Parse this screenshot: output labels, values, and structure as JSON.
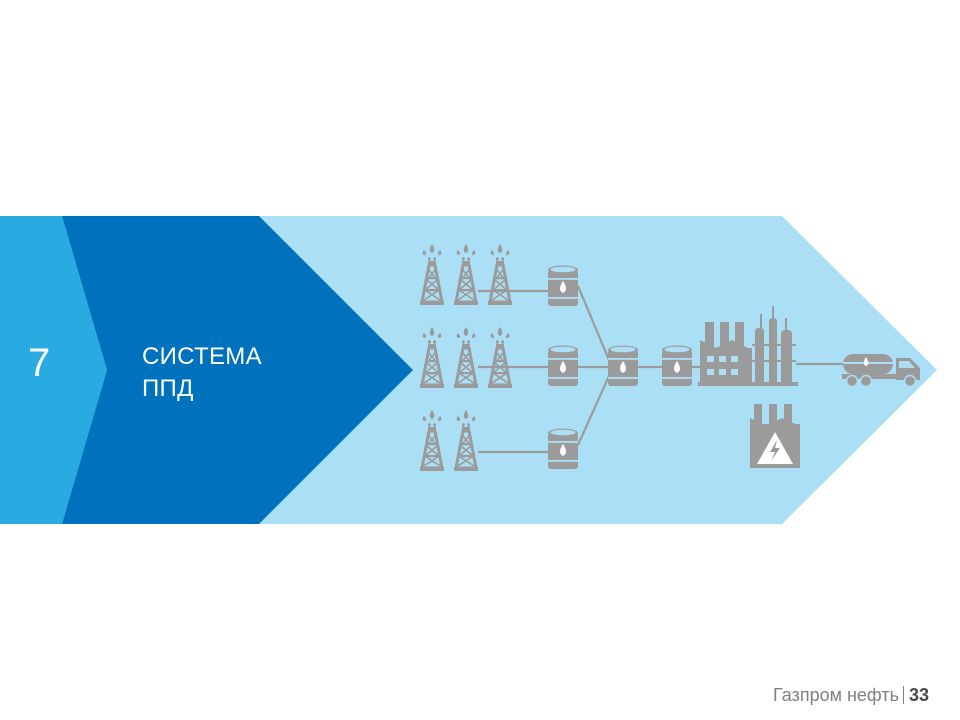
{
  "section": {
    "number": "7",
    "title_line1": "СИСТЕМА",
    "title_line2": "ППД"
  },
  "footer": {
    "company": "Газпром нефть",
    "page_number": "33"
  },
  "colors": {
    "band_light": "#29abe2",
    "chevron_dark": "#0071bc",
    "arrow_pale": "#abdff5",
    "icon_gray": "#9b9b9b"
  },
  "diagram": {
    "icons": [
      "oil-rig-icon",
      "oil-barrel-icon",
      "factory-icon",
      "oil-truck-icon",
      "power-plant-icon"
    ]
  }
}
